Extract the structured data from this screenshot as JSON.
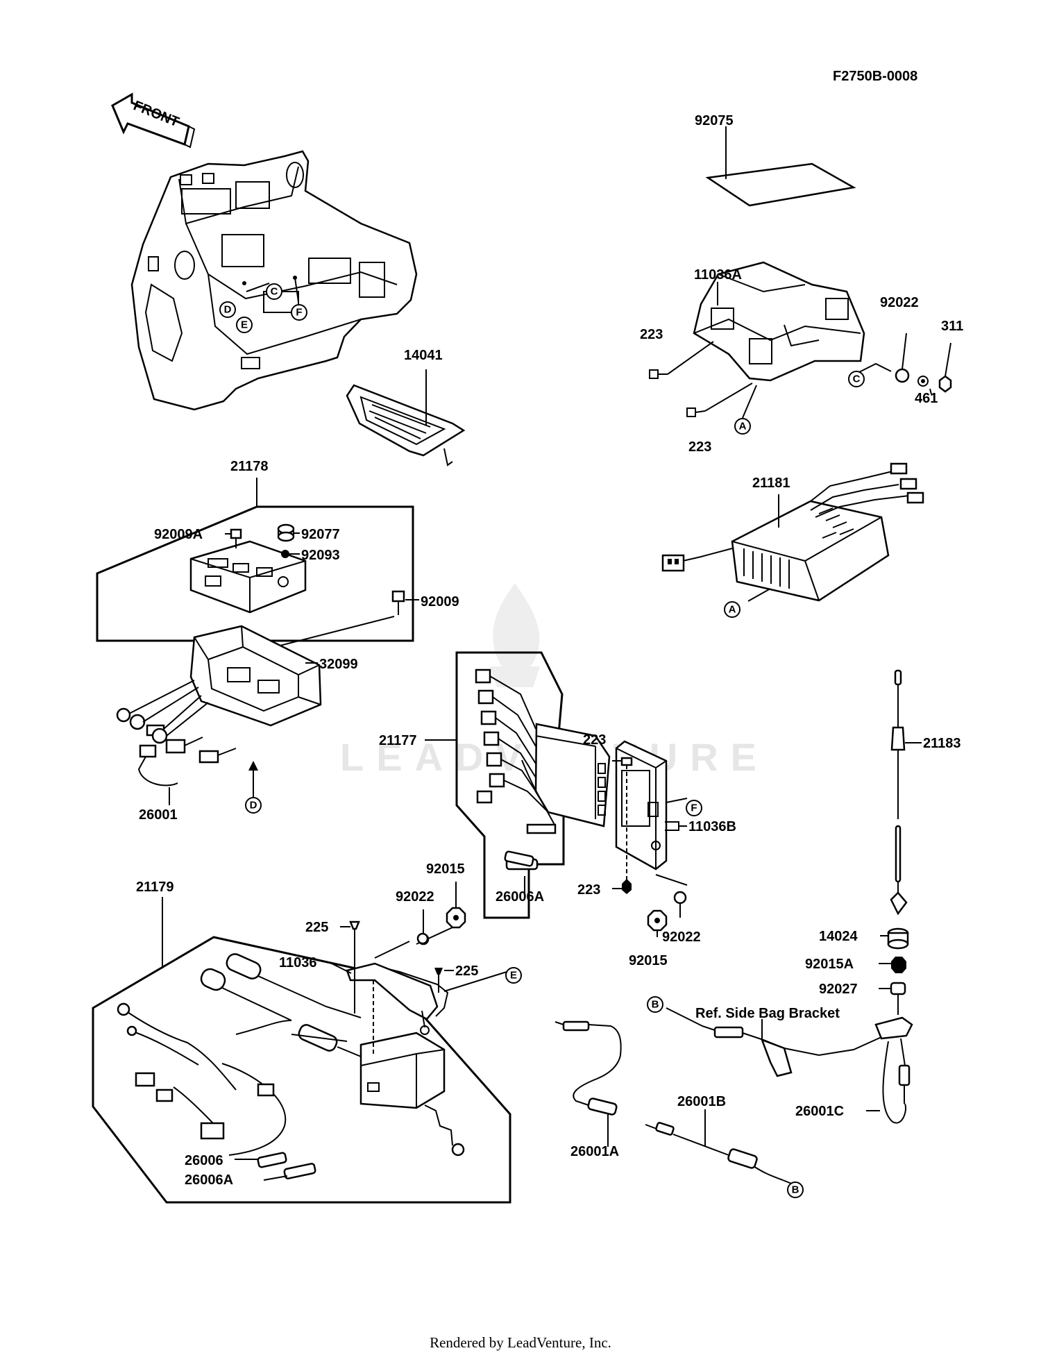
{
  "figure_code": "F2750B-0008",
  "front_arrow": "FRONT",
  "watermark": "LEADVENTURE",
  "ref_note": "Ref. Side Bag Bracket",
  "footer": "Rendered by LeadVenture, Inc.",
  "markers": [
    "A",
    "B",
    "C",
    "D",
    "E",
    "F"
  ],
  "parts": {
    "p92075": "92075",
    "p11036A": "11036A",
    "p223": "223",
    "p92022": "92022",
    "p311": "311",
    "p461": "461",
    "p14041": "14041",
    "p21178": "21178",
    "p92009A": "92009A",
    "p92077": "92077",
    "p92093": "92093",
    "p92009": "92009",
    "p21181": "21181",
    "p32099": "32099",
    "p26001": "26001",
    "p21177": "21177",
    "p11036B": "11036B",
    "p21183": "21183",
    "p26006A": "26006A",
    "p92015": "92015",
    "p21179": "21179",
    "p225": "225",
    "p11036": "11036",
    "p14024": "14024",
    "p92015A": "92015A",
    "p92027": "92027",
    "p26001C": "26001C",
    "p26001B": "26001B",
    "p26001A": "26001A",
    "p26006": "26006"
  }
}
